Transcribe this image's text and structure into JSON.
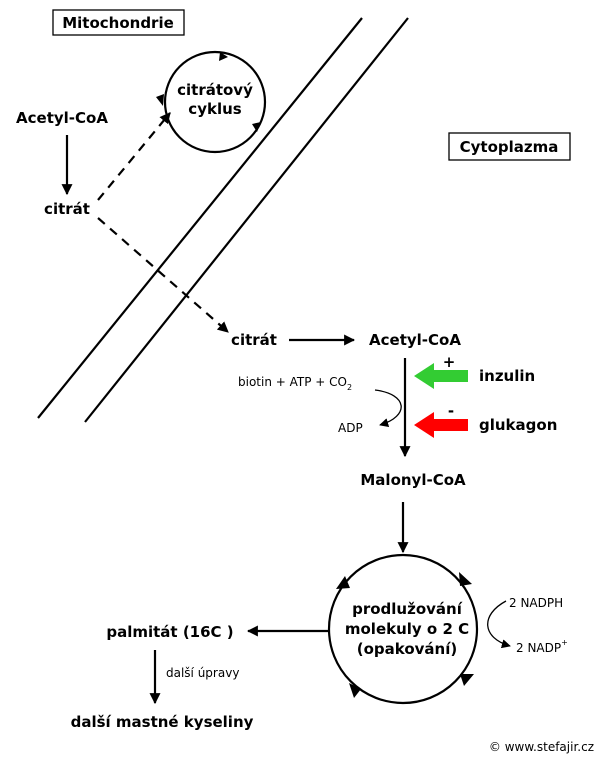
{
  "regions": {
    "mitochondria": "Mitochondrie",
    "cytoplasm": "Cytoplazma"
  },
  "nodes": {
    "acetyl_coa_mito": "Acetyl-CoA",
    "citrate_mito": "citrát",
    "citric_cycle_line1": "citrátový",
    "citric_cycle_line2": "cyklus",
    "citrate_cyto": "citrát",
    "acetyl_coa_cyto": "Acetyl-CoA",
    "malonyl_coa": "Malonyl-CoA",
    "elongation_line1": "prodlužování",
    "elongation_line2": "molekuly o 2 C",
    "elongation_line3": "(opakování)",
    "palmitate": "palmitát (16C )",
    "other_fatty_acids": "další mastné kyseliny"
  },
  "cofactors": {
    "inputs": "biotin + ATP + CO",
    "inputs_subscript": "2",
    "output": "ADP",
    "nadph": "2 NADPH",
    "nadp": "2 NADP",
    "nadp_superscript": "+"
  },
  "regulators": {
    "activator": {
      "label": "inzulin",
      "sign": "+",
      "color": "#33cc33"
    },
    "inhibitor": {
      "label": "glukagon",
      "sign": "-",
      "color": "#ff0000"
    }
  },
  "annotations": {
    "further_modifications": "další úpravy"
  },
  "copyright": "© www.stefajir.cz"
}
